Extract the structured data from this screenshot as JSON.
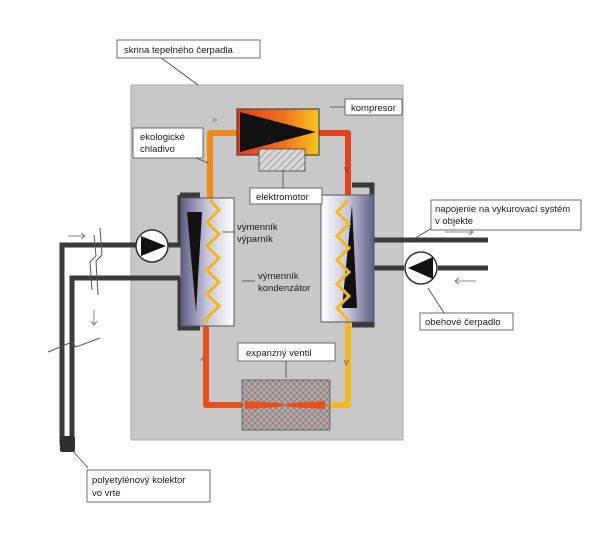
{
  "labels": {
    "housing": "skrina tepelného čerpadla",
    "refrigerant_line1": "ekologické",
    "refrigerant_line2": "chladivo",
    "compressor": "kompresor",
    "motor": "elektromotor",
    "evaporator_line1": "výmenník",
    "evaporator_line2": "výparník",
    "condenser_line1": "výmenník",
    "condenser_line2": "kondenzátor",
    "expansion_valve": "expanzný ventil",
    "heating_connection_line1": "napojenie na vykurovací systém",
    "heating_connection_line2": "v objekte",
    "circulation_pump": "obehové čerpadlo",
    "collector_line1": "polyetylénový kolektor",
    "collector_line2": "vo vrte"
  },
  "colors": {
    "housing": "#c8c8c8",
    "refrigerant_hot": "#e8401a",
    "refrigerant_warm": "#f08a1a",
    "refrigerant_cool": "#f5b81e",
    "pipe": "#3a3a3a",
    "heat_exchanger": "#8a88ac",
    "label_border": "#4a4a4a"
  },
  "icons": {
    "compressor": "triangle-compressor-icon",
    "pump": "pump-icon",
    "valve": "expansion-valve-icon",
    "motor": "hatched-motor-icon"
  }
}
